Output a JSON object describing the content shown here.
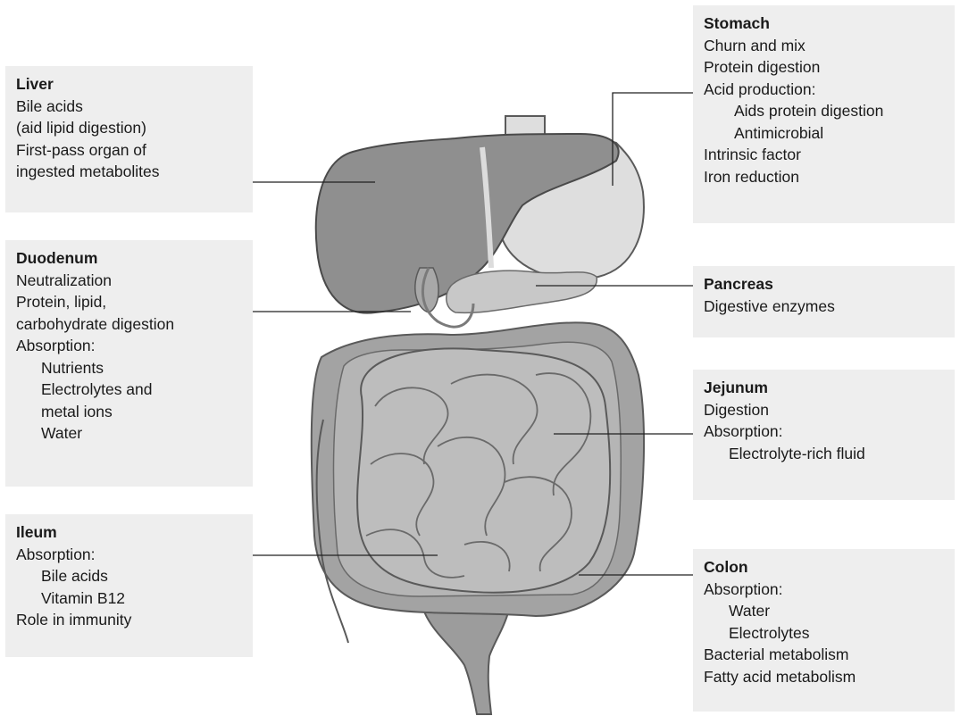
{
  "liver": {
    "title": "Liver",
    "lines": [
      "Bile acids",
      "(aid lipid digestion)",
      "First-pass organ of",
      "ingested metabolites"
    ]
  },
  "duodenum": {
    "title": "Duodenum",
    "lines": [
      "Neutralization",
      "Protein, lipid,",
      "carbohydrate digestion",
      "Absorption:",
      "Nutrients",
      "Electrolytes and",
      "metal ions",
      "Water"
    ]
  },
  "ileum": {
    "title": "Ileum",
    "lines": [
      "Absorption:",
      "Bile acids",
      "Vitamin B12",
      "Role in immunity"
    ]
  },
  "stomach": {
    "title": "Stomach",
    "lines": [
      "Churn and mix",
      "Protein digestion",
      "Acid production:",
      "Aids protein digestion",
      "Antimicrobial",
      "Intrinsic factor",
      "Iron reduction"
    ]
  },
  "pancreas": {
    "title": "Pancreas",
    "lines": [
      "Digestive enzymes"
    ]
  },
  "jejunum": {
    "title": "Jejunum",
    "lines": [
      "Digestion",
      "Absorption:",
      "Electrolyte-rich fluid"
    ]
  },
  "colon": {
    "title": "Colon",
    "lines": [
      "Absorption:",
      "Water",
      "Electrolytes",
      "Bacterial metabolism",
      "Fatty acid metabolism"
    ]
  }
}
